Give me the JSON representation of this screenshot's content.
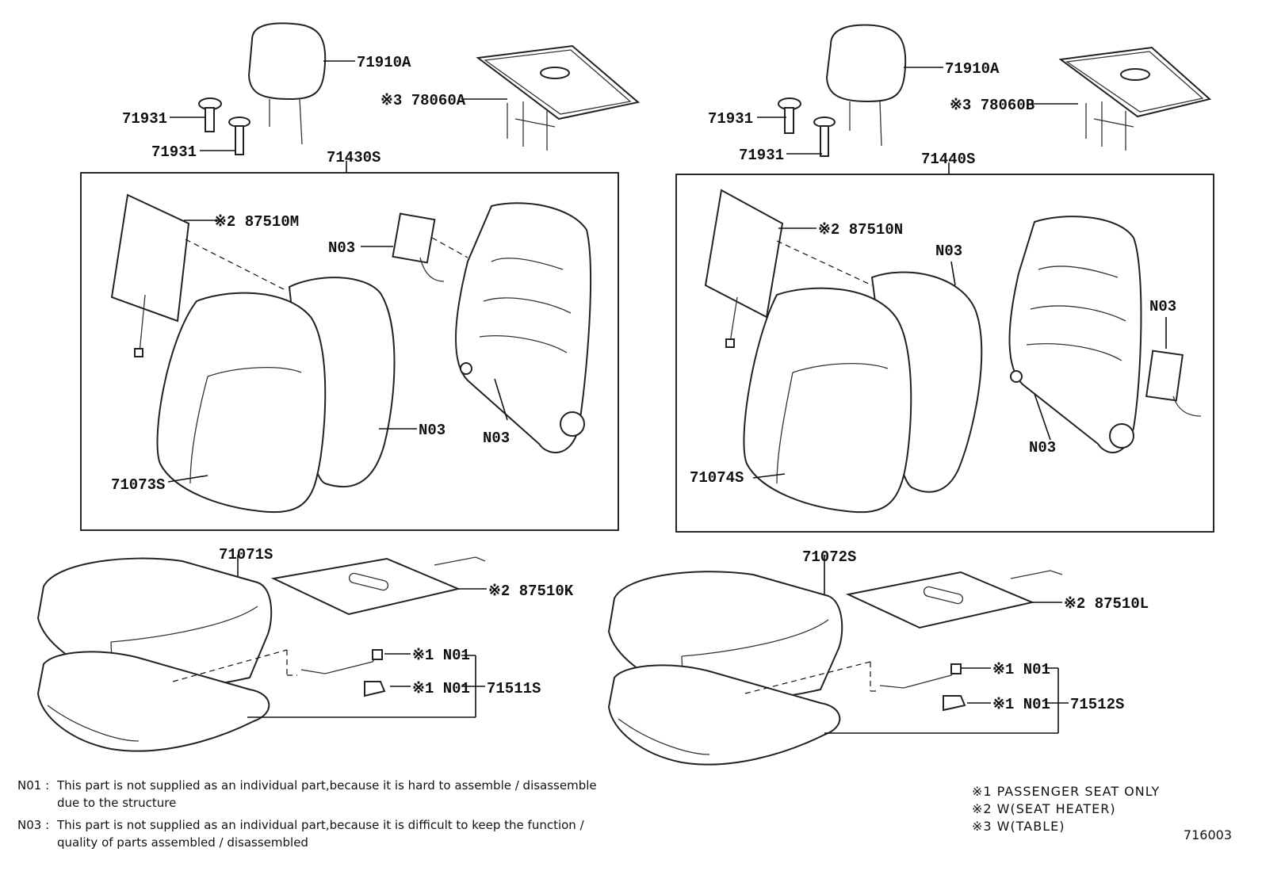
{
  "labels": {
    "left": {
      "headrest": "71910A",
      "guide_upper": "71931",
      "guide_lower": "71931",
      "table": "※3 78060A",
      "back_assy": "71430S",
      "heater_back": "※2 87510M",
      "n03_a": "N03",
      "n03_b": "N03",
      "n03_c": "N03",
      "back_cover": "71073S",
      "cushion_cover": "71071S",
      "heater_cushion": "※2 87510K",
      "n01_a": "※1 N01",
      "n01_b": "※1 N01",
      "sensor_assy": "71511S"
    },
    "right": {
      "headrest": "71910A",
      "guide_upper": "71931",
      "guide_lower": "71931",
      "table": "※3 78060B",
      "back_assy": "71440S",
      "heater_back": "※2 87510N",
      "n03_a": "N03",
      "n03_b": "N03",
      "n03_c": "N03",
      "back_cover": "71074S",
      "cushion_cover": "71072S",
      "heater_cushion": "※2 87510L",
      "n01_a": "※1 N01",
      "n01_b": "※1 N01",
      "sensor_assy": "71512S"
    }
  },
  "notes": [
    {
      "key": "N01 :",
      "line1": "This part is not supplied as an individual part,because it is hard to assemble / disassemble",
      "line2": "due to the structure"
    },
    {
      "key": "N03 :",
      "line1": "This part is not supplied as an individual part,because it is difficult to keep the function /",
      "line2": "quality of parts assembled / disassembled"
    }
  ],
  "legend": [
    "※1  PASSENGER  SEAT  ONLY",
    "※2  W(SEAT  HEATER)",
    "※3  W(TABLE)"
  ],
  "diagram_code": "716003"
}
